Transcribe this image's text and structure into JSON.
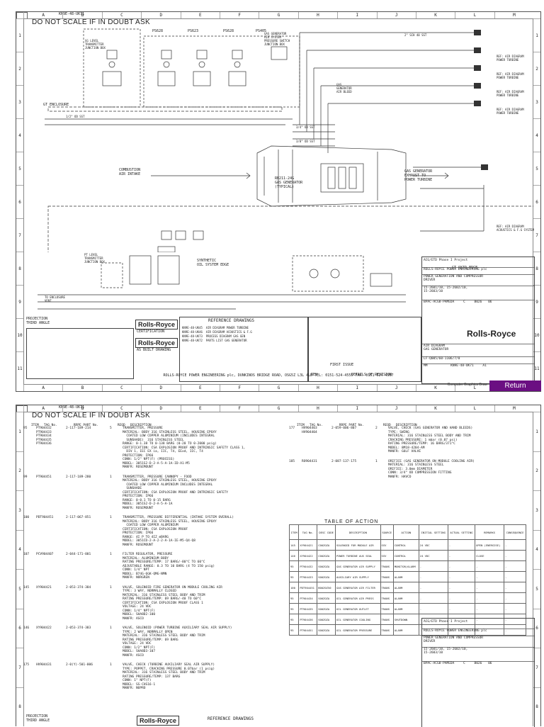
{
  "sheet1": {
    "warning": "DO NOT SCALE  IF IN DOUBT ASK",
    "drawing_no_top": "KN9E-48-UK71",
    "columns": [
      "A",
      "B",
      "C",
      "D",
      "E",
      "F",
      "G",
      "H",
      "I",
      "J",
      "K",
      "L",
      "M"
    ],
    "rows": [
      "1",
      "2",
      "3",
      "4",
      "5",
      "6",
      "7",
      "8",
      "9",
      "10",
      "11"
    ],
    "labels": {
      "ps628": "PS628",
      "ps623": "PS623",
      "ps628b": "PS628",
      "ps405": "PS405",
      "gg_junction": "GG LEVEL\nTRANSMITTER\nJUNCTION BOX",
      "gas_gen_sensor": "GAS GENERATOR\nAIR SYSTEM\nPRESSURE SWITCH\nJUNCTION BOX",
      "gt_enclosure": "GT ENCLOSURE",
      "combustion": "COMBUSTION\nAIR INTAKE",
      "gg_main": "RB211-24G\nGAS GENERATOR\n(TYPICAL)",
      "exhaust": "GAS GENERATOR\nEXHAUST TO\nPOWER TURBINE",
      "synth": "SYNTHETIC\nOIL SYSTEM EDGE",
      "skid_edge": "GT SKID EDGE",
      "pt_junction": "PT LEVEL\nTRANSMITTER\nJUNCTION BOX",
      "right1": "2\" SCH 40 SST",
      "right2": "REF: AIR DIAGRAM\nPOWER TURBINE",
      "right3": "REF: AIR DIAGRAM\nPOWER TURBINE",
      "right4": "REF: AIR DIAGRAM\nPOWER TURBINE",
      "right5": "REF: AIR DIAGRAM\nPOWER TURBINE",
      "right6": "REF: AIR DIAGRAM\nACOUSTICS & F.G SYSTEM",
      "pipe_half": "1/2\" OD SST",
      "pipe_34": "3/4\" OD SST",
      "pipe_38": "3/8\" OD SST",
      "bleed": "GAS\nGENERATOR\nAIR BLEED",
      "enclosure_vent": "TO ENCLOSURE\nVENT",
      "projection": "PROJECTION\nTHIRD ANGLE"
    },
    "reference_drawings_title": "REFERENCE DRAWINGS",
    "reference_drawings": [
      "KN9E-48-UK45  AIR DIAGRAM POWER TURBINE",
      "KN9E-48-UK46  AIR DIAGRAM ACOUSTICS & F.G",
      "KN9E-48-UK73  PROCESS DIAGRAM GAS GEN",
      "KN9E-48-UK72  PARTS LIST GAS GENERATOR"
    ],
    "details_of_revision": "DETAILS OF REVISION",
    "rev": "REV",
    "first_issue": "FIRST ISSUE",
    "certification": "CERTIFICATION",
    "as_built": "AS BUILT DRAWING",
    "rolls_royce": "Rolls-Royce",
    "title_block": {
      "project": "ACG/ETD Phase I Project",
      "company": "ROLLS-ROYCE POWER ENGINEERING plc",
      "desc": "POWER GENERATION AND COMPRESSOR\nDRIVER",
      "units": "15-2601/10, 15-2602/10,\n15-2603/10",
      "doc_no": "BPAC-ACG8-PAMEDA",
      "rev": "C",
      "sheet": "B026",
      "sheet_of": "06",
      "title": "AIR DIAGRAM\nGAS GENERATOR",
      "dwg": "LF-Q005/60-1106/7/8",
      "unit": "MM",
      "drawing_number": "KN9E-48-UK71",
      "size": "A1"
    },
    "footer": "ROLLS-ROYCE POWER ENGINEERING plc, DUNKINOS BRIDGE ROAD, OSG5Z L3L 4LD  TEL: 0151-524-4555   FAX: 0151-524-4557",
    "computer_graphics": "Computer Graphics Draw",
    "return_label": "Return"
  },
  "sheet2": {
    "warning": "DO NOT SCALE  IF IN DOUBT ASK",
    "drawing_no_top": "KN9E-48-UK71",
    "headers": [
      "ITEM",
      "TAG No.",
      "RRPE PART No.",
      "REQD",
      "DESCRIPTION"
    ],
    "parts": [
      {
        "item": "95",
        "tag": "PT904432\nPT904433\nPT904434\nPT904435\nPT904436",
        "part": "2-117-189-214",
        "reqd": "5",
        "desc": "TRANSMITTER, PRESSURE\nMATERIAL: BODY 316 STAINLESS STEEL, HOUSING EPOXY\n  COATED LOW COPPER ALUMINIUM (INCLUDES INTEGRAL\n  SUNSHADE)  316 STAINLESS STEEL\nRANGE: 0-1.38 TO 0-138 BARG (0-20 TO 0-2000 psig)\nCERTIFICATION: CSA EXPLOSION PROOF AND INTRINSIC SAFETY CLASS 1,\n  DIV 1, IEC EX ia, IIC, T4, EExd, IIC, T4\nPROTECTION: IP66\nCONN: 1/2\" NPT(F) (PROCESS)\nMODEL: 3051S2-D-2-A-5-A-1A-ID-A1-M5\nMANFR: ROSEMOUNT"
      },
      {
        "item": "99",
        "tag": "PT904451",
        "part": "2-117-189-280",
        "reqd": "1",
        "desc": "TRANSMITTER, PRESSURE CANNOPY - FOOD\nMATERIAL: BODY 316 STAINLESS STEEL, HOUSING EPOXY\n  COATED LOW COPPER ALUMINIUM INCLUDES INTEGRAL\n  SUNSHADE\nCERTIFICATION: CSA EXPLOSION PROOF AND INTRINSIC SAFETY\nPROTECTION: IP66\nRANGE: 0-0.1 TO 0-15 BARG\nMODEL: 3051S2-D-2-A-5-A-1A\nMANFR: ROSEMOUNT"
      },
      {
        "item": "100",
        "tag": "PDT904451",
        "part": "2-117-067-851",
        "reqd": "1",
        "desc": "TRANSMITTER, PRESSURE DIFFERENTIAL (INTAKE SYSTEM OVERALL)\nMATERIAL: BODY 316 STAINLESS STEEL, HOUSING EPOXY\n  COATED LOW COPPER ALUMINIUM\nCERTIFICATION: CSA EXPLOSION PROOF\nPROTECTION: IP66\nRANGE: 4I P TO 4IZ mBARG\nMODEL: 3051CD-2-A-2-2-A-1A-IE-M5-Q4-Q8\nMANFR: ROSEMOUNT"
      },
      {
        "item": "107",
        "tag": "PCV904407",
        "part": "2-044-171-001",
        "reqd": "1",
        "desc": "FILTER REGULATOR, PRESSURE\nMATERIAL: ALUMINIUM BODY\nRATING PRESSURE/TEMP: 17 BARG/-80°C TO 60°C\nADJUSTABLE RANGE: 0.3 TO 10 BARG (4 TO 150 psig)\nCONN: 1/4\" NPT\nMODEL: B74G-6GK-QMG-NMN\nMANFR: NORGREN"
      },
      {
        "item": "145",
        "tag": "XY904421",
        "part": "2-053-374-384",
        "reqd": "1",
        "desc": "VALVE, SOLENOID FIRE GENERATOR ON MODULE COOLING AIR\nTYPE: 3 WAY, NORMALLY CLOSED\nMATERIAL: 316 STAINLESS STEEL BODY AND TRIM\nRATING PRESSURE/TEMP: 69 BARG/-40 TO 60°C\nCERTIFICATION: CSA EXPLOSION PROOF CLASS 1\nVOLTAGE: 24 VDC\nCONN: 1/4\" NPT(F)\nMODEL: SHA8D2-100\nMANFR: ASCO"
      },
      {
        "item": "146",
        "tag": "XY904422",
        "part": "2-053-374-383",
        "reqd": "1",
        "desc": "VALVE, SOLENOID (POWER TURBINE AUXILIARY SEAL AIR SUPPLY)\nTYPE: 2 WAY, NORMALLY OPEN\nMATERIAL: 316 STAINLESS STEEL BODY AND TRIM\nRATING PRESSURE/TEMP: 69 BARG\nVOLTAGE: 24 VDC\nCONN: 1/2\" NPT(F)\nMODEL: SHA8D3-107\nMANFR: ASCO"
      },
      {
        "item": "175",
        "tag": "HV904431",
        "part": "2-0(Y)-501-006",
        "reqd": "1",
        "desc": "VALVE, CHECK (TURBINE AUXILIARY SEAL AIR SUPPLY)\nTYPE: POPPET, CRACKING PRESSURE 0.07bar (1 psig)\nMATERIAL: 316 STAINLESS STEEL BODY AND TRIM\nRATING PRESSURE/TEMP: 137 BARG\nCONN: 1\" NPT(F)\nMODEL: SS-CHS16-1\nMANFR: NUPRO"
      }
    ],
    "parts_right": [
      {
        "item": "177",
        "tag": "HV904403\nHV904404",
        "part": "2-059-006-807",
        "reqd": "2",
        "desc": "VALVE, CHECK (GAS GENERATOR AND HAND BLEEDS)\nTYPE: SWING\nMATERIAL: 316 STAINLESS STEEL BODY AND TRIM\nCRACKING PRESSURE: 1 mbar (0.07 psi)\nRATING PRESSURE/TEMP: 16 BARG/371°C\nMODEL: 8M18-4204-AM\nMANFR: GULF VALVE"
      },
      {
        "item": "185",
        "tag": "RO904431",
        "part": "2-087-137-175",
        "reqd": "1",
        "desc": "ORIFICE (GAS GENERATOR ON MODULE COOLING AIR)\nMATERIAL: 316 STAINLESS STEEL\nORIFICE: 3.0mm DIAMETER\nCONN: 3/4\" OD COMPRESSION FITTING\nMANFR: HAVCO"
      }
    ],
    "table_title": "TABLE OF ACTION",
    "action_headers": [
      "ITEM",
      "TAG No.",
      "DESC CODE",
      "DESCRIPTION",
      "SOURCE",
      "ACTION",
      "INITIAL SETTING",
      "ACTUAL SETTING",
      "REMARKS",
      "CONSEQUENCE"
    ],
    "action_rows": [
      [
        "145",
        "XY904421",
        "C00ZOZA",
        "SOLENOID FOR MODULE AIR",
        "SSV",
        "CONTROL",
        "24 VDC",
        "-",
        "OPEN (ENERGISE)",
        "-"
      ],
      [
        "146",
        "XY904422",
        "C00ZOZA",
        "POWER TURBINE AUX SEAL",
        "SSV",
        "CONTROL",
        "24 VDC",
        "-",
        "CLOSE",
        "-"
      ],
      [
        "95",
        "PT904432",
        "S00ZOZA",
        "GAS GENERATOR AIR SUPPLY",
        "TRANS",
        "MONITOR/ALARM",
        "-",
        "-",
        "-",
        "-"
      ],
      [
        "95",
        "PT904433",
        "S00ZOZA",
        "AUXILIARY AIR SUPPLY",
        "TRANS",
        "ALARM",
        "-",
        "-",
        "-",
        "-"
      ],
      [
        "100",
        "PDT904451",
        "B00Z0Z50",
        "GAS GENERATOR AIR FILTER",
        "TRANS",
        "ALARM",
        "-",
        "-",
        "-",
        "-"
      ],
      [
        "95",
        "PT904434",
        "S00ZOZA",
        "OIL GENERATOR AIR PRESS",
        "TRANS",
        "ALARM",
        "-",
        "-",
        "-",
        "-"
      ],
      [
        "95",
        "PT904435",
        "S00ZOZA",
        "OIL GENERATOR OUTLET",
        "TRANS",
        "ALARM",
        "-",
        "-",
        "-",
        "-"
      ],
      [
        "95",
        "PT904436",
        "S00ZOZA",
        "OIL GENERATOR COOLING",
        "TRANS",
        "SHUTDOWN",
        "-",
        "-",
        "-",
        "-"
      ],
      [
        "95",
        "PT904451",
        "S00ZOZA",
        "OIL GENERATOR PRESSURE",
        "TRANS",
        "ALARM",
        "-",
        "-",
        "-",
        "-"
      ]
    ],
    "title_block": {
      "project": "ACG/ETD Phase I Project",
      "company": "ROLLS-ROYCE POWER ENGINEERING plc",
      "desc": "POWER GENERATION AND COMPRESSOR\nDRIVER",
      "units": "15-2601/10, 15-2602/10,\n15-2603/10",
      "doc_no": "BPAC-ACG8-PAMEDA",
      "rev": "C",
      "sheet": "B026",
      "sheet_of": "06"
    },
    "reference_drawings_title": "REFERENCE DRAWINGS",
    "rolls_royce": "Rolls-Royce",
    "projection": "PROJECTION\nTHIRD ANGLE"
  }
}
